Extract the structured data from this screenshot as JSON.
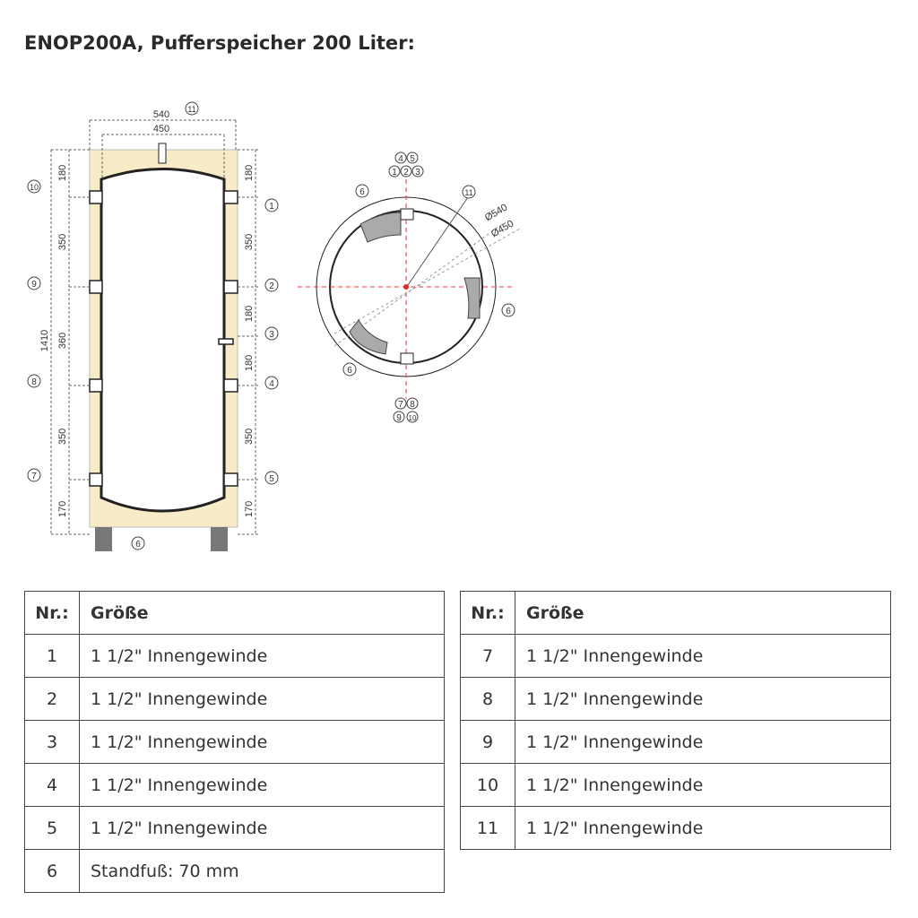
{
  "title": "ENOP200A, Pufferspeicher 200 Liter:",
  "diagram": {
    "dims": {
      "outer_width": "540",
      "inner_width": "450",
      "total_height": "1410",
      "d1": "180",
      "d2": "350",
      "d3": "360",
      "d4": "350",
      "d5": "170",
      "r1": "180",
      "r2": "350",
      "r3": "180",
      "r4": "180",
      "r5": "350",
      "r6": "170",
      "dia_outer": "Ø540",
      "dia_inner": "Ø450"
    },
    "labels": [
      "1",
      "2",
      "3",
      "4",
      "5",
      "6",
      "7",
      "8",
      "9",
      "10",
      "11"
    ]
  },
  "tables": {
    "header_nr": "Nr.:",
    "header_size": "Größe",
    "left": [
      {
        "nr": "1",
        "size": "1 1/2\" Innengewinde"
      },
      {
        "nr": "2",
        "size": "1 1/2\" Innengewinde"
      },
      {
        "nr": "3",
        "size": "1 1/2\" Innengewinde"
      },
      {
        "nr": "4",
        "size": "1 1/2\" Innengewinde"
      },
      {
        "nr": "5",
        "size": "1 1/2\" Innengewinde"
      },
      {
        "nr": "6",
        "size": "Standfuß: 70 mm"
      }
    ],
    "right": [
      {
        "nr": "7",
        "size": "1 1/2\" Innengewinde"
      },
      {
        "nr": "8",
        "size": "1 1/2\" Innengewinde"
      },
      {
        "nr": "9",
        "size": "1 1/2\" Innengewinde"
      },
      {
        "nr": "10",
        "size": "1 1/2\" Innengewinde"
      },
      {
        "nr": "11",
        "size": "1 1/2\" Innengewinde"
      }
    ]
  }
}
